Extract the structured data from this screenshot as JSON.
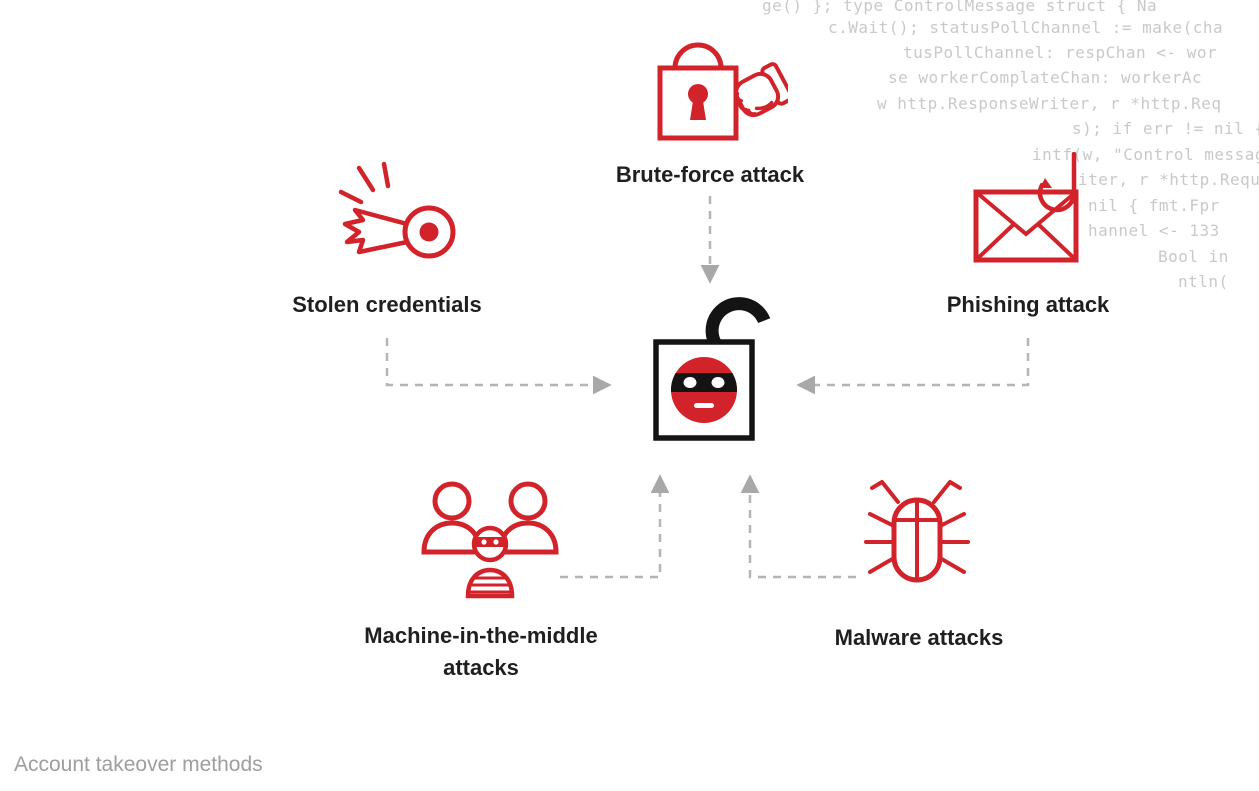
{
  "caption": {
    "text": "Account takeover methods"
  },
  "nodes": {
    "brute_force": {
      "label": "Brute-force attack"
    },
    "stolen_credentials": {
      "label": "Stolen credentials"
    },
    "phishing": {
      "label": "Phishing attack"
    },
    "mitm": {
      "label": "Machine-in-the-middle attacks"
    },
    "malware": {
      "label": "Malware attacks"
    }
  },
  "arrows": [
    {
      "from": "brute_force",
      "to": "center"
    },
    {
      "from": "stolen_credentials",
      "to": "center"
    },
    {
      "from": "phishing",
      "to": "center"
    },
    {
      "from": "mitm",
      "to": "center"
    },
    {
      "from": "malware",
      "to": "center"
    }
  ],
  "colors": {
    "accent_red": "#d2232a",
    "center_black": "#141414",
    "arrow_gray": "#b5b5b5",
    "caption_gray": "#9e9e9e",
    "code_gray": "#c9c9c9"
  },
  "code_background": {
    "lines": [
      "ge() }; type ControlMessage struct { Na",
      "c.Wait(); statusPollChannel := make(cha",
      "tusPollChannel: respChan <- wor",
      "se workerComplateChan: workerAc",
      "w http.ResponseWriter, r *http.Req",
      "s); if err != nil {",
      "intf(w, \"Control messag",
      "iter, r *http.Requ",
      "nil { fmt.Fpr",
      "hannel <- 133",
      "Bool in",
      "ntln("
    ]
  }
}
